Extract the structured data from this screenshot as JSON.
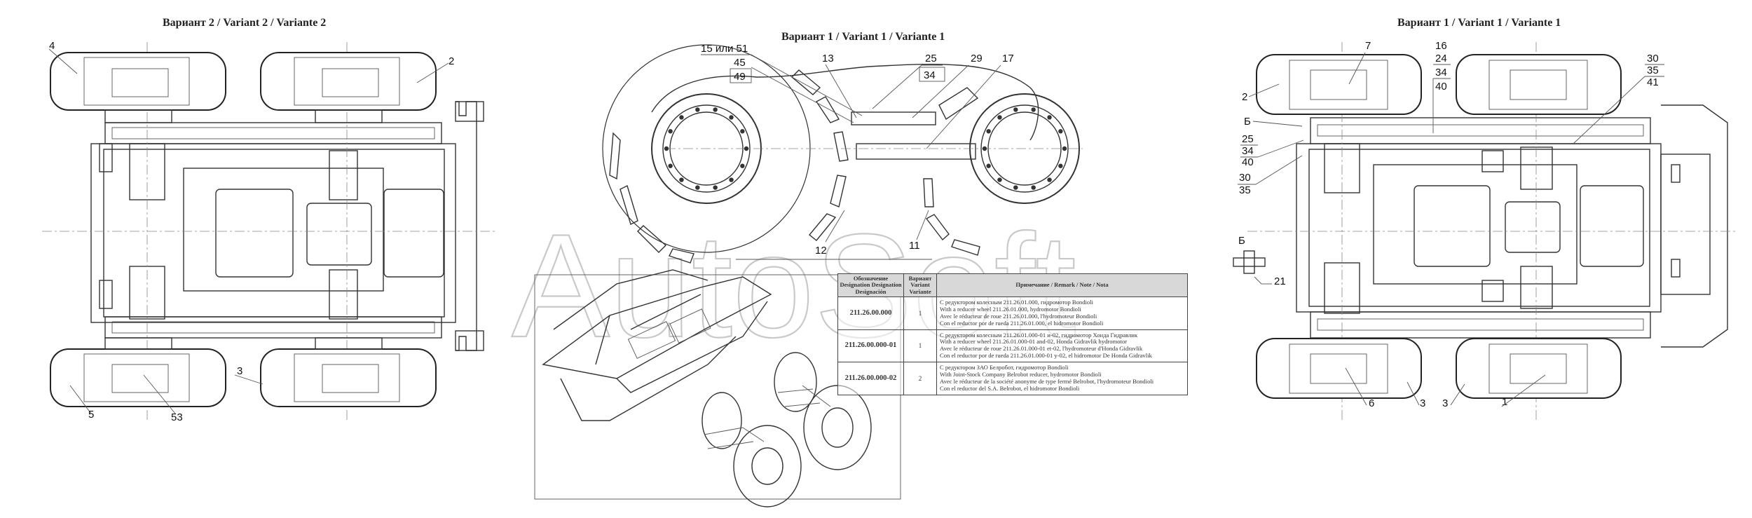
{
  "titles": {
    "variant2": "Вариант 2 / Variant 2 / Variante 2",
    "variant1_center": "Вариант 1 / Variant 1 / Variante 1",
    "variant1_right": "Вариант 1 / Variant 1 / Variante 1"
  },
  "watermark": "AutoSoft",
  "left_callouts": {
    "c4": "4",
    "c2": "2",
    "c3": "3",
    "c5": "5",
    "c53": "53"
  },
  "center_callouts": {
    "c15": "15 или 51",
    "c45": "45",
    "c49": "49",
    "c13": "13",
    "c25": "25",
    "c34": "34",
    "c29": "29",
    "c17": "17",
    "c12": "12",
    "c11": "11"
  },
  "right_callouts": {
    "c7": "7",
    "c16": "16",
    "c24": "24",
    "c34a": "34",
    "c40a": "40",
    "c30a": "30",
    "c35a": "35",
    "c41": "41",
    "c2": "2",
    "cB": "Б",
    "c25": "25",
    "c34b": "34",
    "c40b": "40",
    "c30b": "30",
    "c35b": "35",
    "c6": "6",
    "c3a": "3",
    "c3b": "3",
    "c1": "1",
    "detail_label": "Б",
    "c21": "21"
  },
  "table": {
    "headers": {
      "designation": "Обозначение Designation Designation Designación",
      "variant": "Вариант Variant Variante",
      "note": "Примечание / Remark / Note / Nota"
    },
    "rows": [
      {
        "designation": "211.26.00.000",
        "variant": "1",
        "note": [
          "С редуктором колесным 211.26.01.000, гидромотор Bondioli",
          "With a reducer wheel 211.26.01.000, hydromotor Bondioli",
          "Avec le réducteur de roue 211.26.01.000, l'hydromoteur Bondioli",
          "Con el reductor por de rueda 211.26.01.000, el hidromotor Bondioli"
        ]
      },
      {
        "designation": "211.26.00.000-01",
        "variant": "1",
        "note": [
          "С редуктором колесным 211.26.01.000-01 и-02, гидромотор Хонда Гидравлик",
          "With a reducer wheel 211.26.01.000-01 and-02, Honda Gidravlik hydromotor",
          "Avec le réducteur de roue 211.26.01.000-01 et-02, l'hydromoteur d'Honda Gidravlik",
          "Con el reductor por de rueda 211.26.01.000-01 y-02, el hidromotor De Honda Gidravlik"
        ]
      },
      {
        "designation": "211.26.00.000-02",
        "variant": "2",
        "note": [
          "С редуктором ЗАО Белробот, гидромотор Bondioli",
          "With Joint-Stock Company Belrobot reducer, hydromotor Bondioli",
          "Avec le réducteur de la société anonyme de type fermé Belrobot, l'hydromoteur Bondioli",
          "Con el reductor del S.A. Belrobot, el hidromotor Bondioli"
        ]
      }
    ]
  }
}
